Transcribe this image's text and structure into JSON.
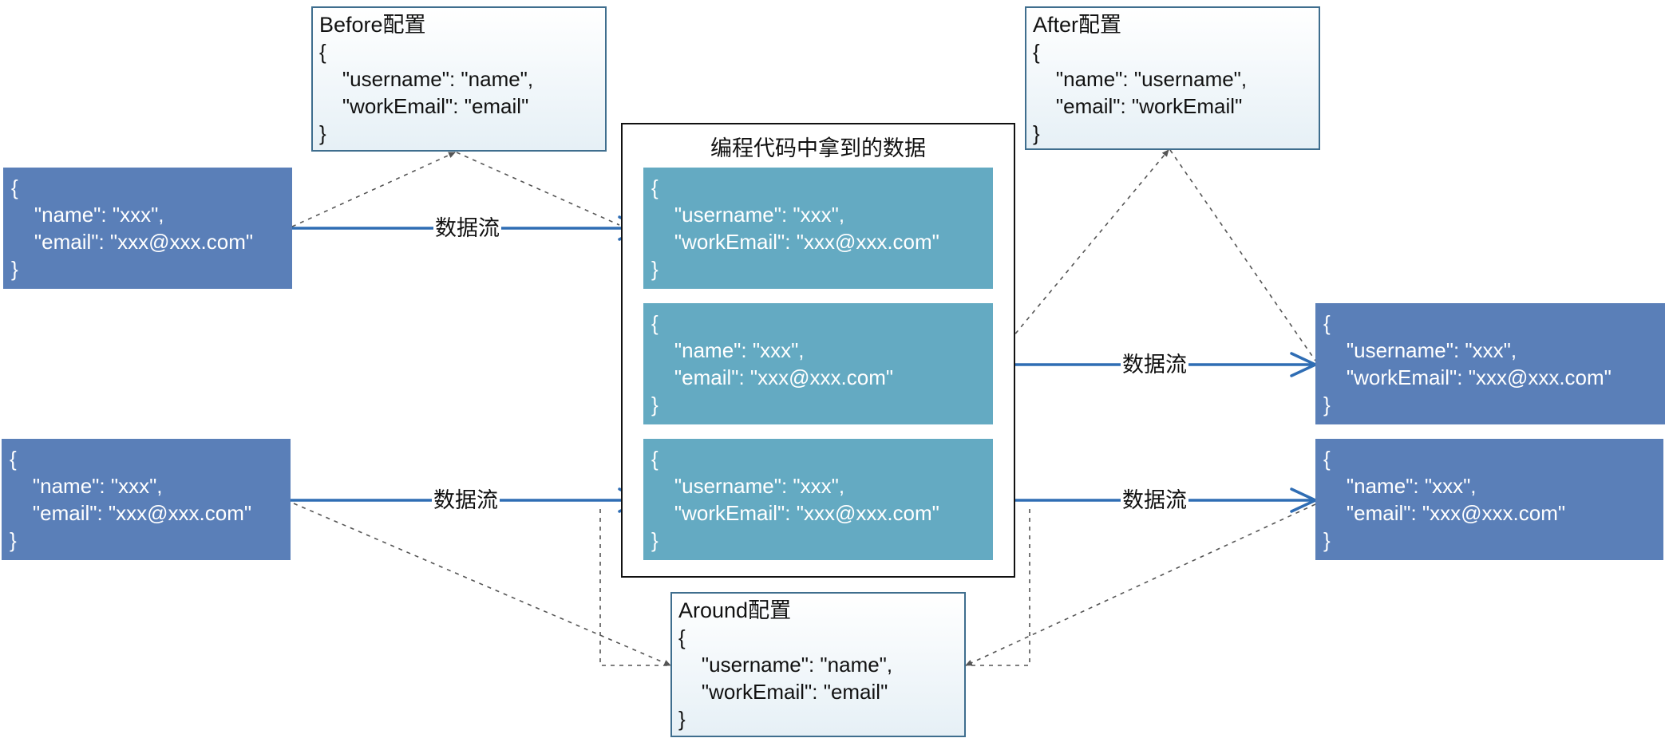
{
  "before_config": {
    "title": "Before配置",
    "body": "{\n    \"username\": \"name\",\n    \"workEmail\": \"email\"\n}"
  },
  "after_config": {
    "title": "After配置",
    "body": "{\n    \"name\": \"username\",\n    \"email\": \"workEmail\"\n}"
  },
  "around_config": {
    "title": "Around配置",
    "body": "{\n    \"username\": \"name\",\n    \"workEmail\": \"email\"\n}"
  },
  "container": {
    "title": "编程代码中拿到的数据",
    "items": [
      "{\n    \"username\": \"xxx\",\n    \"workEmail\": \"xxx@xxx.com\"\n}",
      "{\n    \"name\": \"xxx\",\n    \"email\": \"xxx@xxx.com\"\n}",
      "{\n    \"username\": \"xxx\",\n    \"workEmail\": \"xxx@xxx.com\"\n}"
    ]
  },
  "left_inputs": [
    "{\n    \"name\": \"xxx\",\n    \"email\": \"xxx@xxx.com\"\n}",
    "{\n    \"name\": \"xxx\",\n    \"email\": \"xxx@xxx.com\"\n}"
  ],
  "right_outputs": [
    "{\n    \"username\": \"xxx\",\n    \"workEmail\": \"xxx@xxx.com\"\n}",
    "{\n    \"name\": \"xxx\",\n    \"email\": \"xxx@xxx.com\"\n}"
  ],
  "flow_labels": [
    "数据流",
    "数据流",
    "数据流",
    "数据流"
  ],
  "colors": {
    "input_fill": "#5a7fb8",
    "code_fill": "#64aac2",
    "arrow": "#2f6db4",
    "dotted": "#555555",
    "config_border": "#3f6e8e"
  }
}
